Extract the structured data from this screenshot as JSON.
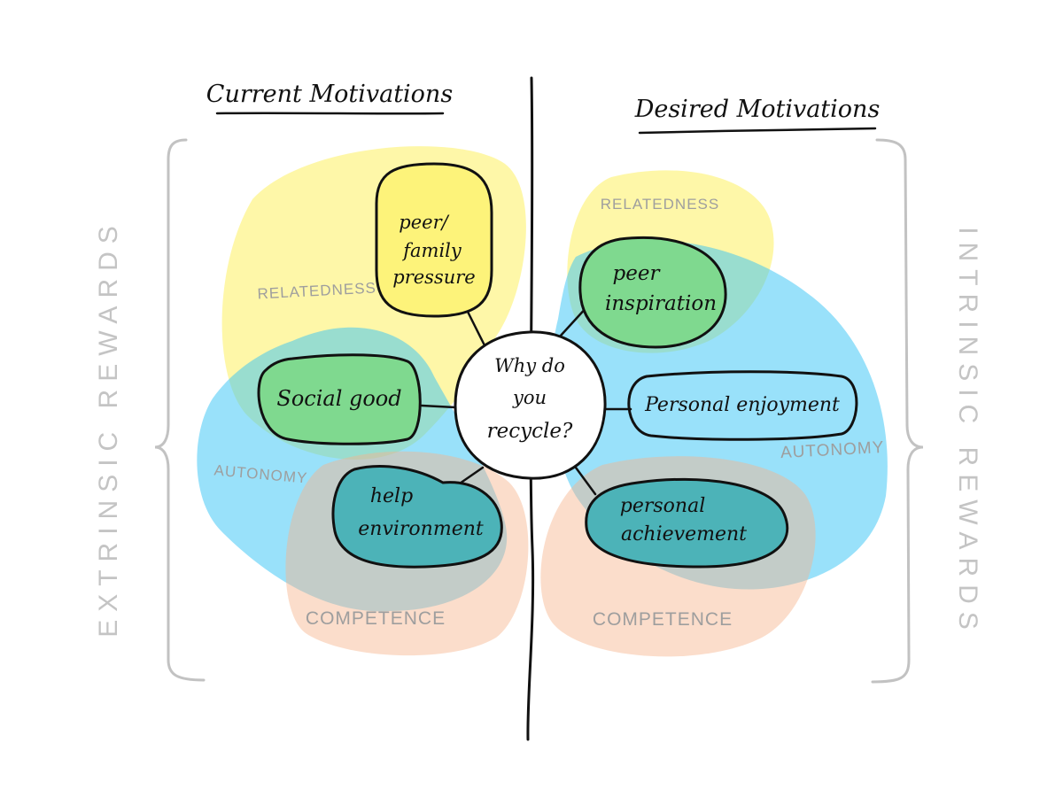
{
  "titles": {
    "left": "Current Motivations",
    "right": "Desired Motivations"
  },
  "side_labels": {
    "left": "EXTRINSIC REWARDS",
    "right": "INTRINSIC REWARDS"
  },
  "center": {
    "lines": [
      "Why do",
      "you",
      "recycle?"
    ]
  },
  "region_labels": {
    "left_relatedness": "RELATEDNESS",
    "left_autonomy": "AUTONOMY",
    "left_competence": "COMPETENCE",
    "right_relatedness": "RELATEDNESS",
    "right_autonomy": "AUTONOMY",
    "right_competence": "COMPETENCE"
  },
  "bubbles": {
    "peer_family": [
      "peer/",
      "family",
      "pressure"
    ],
    "social_good": "Social good",
    "help_environment": [
      "help",
      "environment"
    ],
    "peer_inspiration": [
      "peer",
      "inspiration"
    ],
    "personal_enjoyment": "Personal enjoyment",
    "personal_achievement": [
      "personal",
      "achievement"
    ]
  },
  "colors": {
    "relatedness": "#fdf37a",
    "autonomy": "#33c4f5",
    "competence": "#f7b48c",
    "ink": "#111111",
    "label_gray": "#9e9e9e"
  }
}
